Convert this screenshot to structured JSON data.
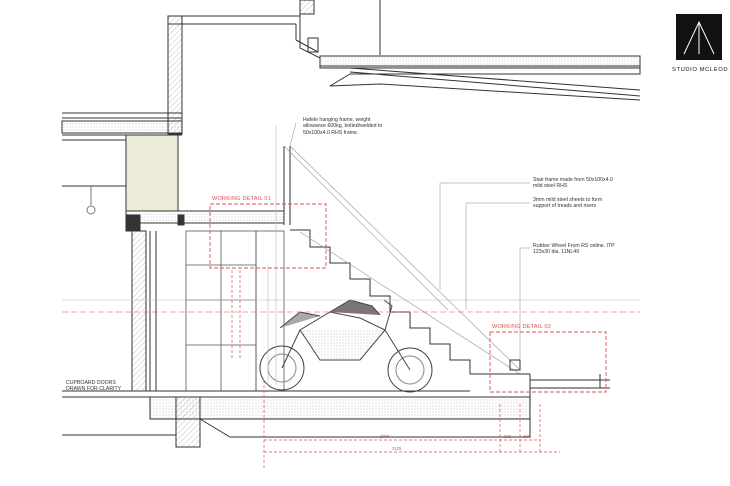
{
  "brand": {
    "name": "STUDIO MCLEOD"
  },
  "notes": {
    "hafele": [
      "Hafele hanging frame, weight",
      "allowance 600kg, bolted/welded to",
      "50x100x4.0 RHS frame."
    ],
    "stair_frame": [
      "Stair frame made from 50x100x4.0",
      "mild steel RHS"
    ],
    "steel_sheets": [
      "3mm mild steel sheets to form",
      "support of treads and risers"
    ],
    "wheel": [
      "Rubber Wheel From RS online. ITP",
      "123x30 dia. 11NL49"
    ],
    "cupboard": [
      "CUPBOARD DOORS",
      "DRAWN FOR CLARITY"
    ]
  },
  "details": {
    "detail_1": "WORKING DETAIL 01",
    "detail_2": "WORKING DETAIL 02"
  },
  "dimensions": {
    "d1": "2000",
    "d2": "3125",
    "d3": "200",
    "d4": "500"
  },
  "colors": {
    "line": "#333333",
    "red": "#d9534f",
    "hatch": "#bdbdbd",
    "wall_fill": "#ececd9"
  }
}
